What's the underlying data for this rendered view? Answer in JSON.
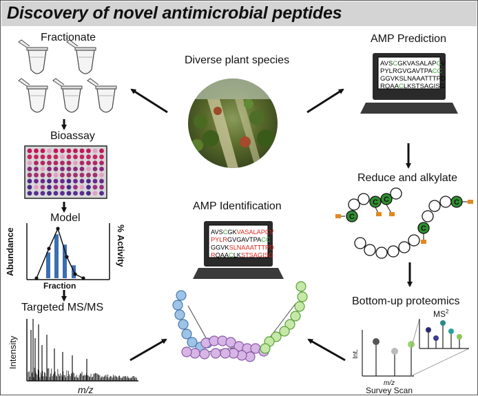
{
  "title": "Discovery of novel antimicrobial peptides",
  "center": {
    "label": "Diverse plant species"
  },
  "left_column": {
    "fractionate": "Fractionate",
    "bioassay": "Bioassay",
    "model": "Model",
    "model_ylabel_left": "Abundance",
    "model_ylabel_right": "% Activity",
    "model_xlabel": "Fraction",
    "targeted": "Targeted MS/MS",
    "spectrum_ylabel": "Intensity",
    "spectrum_xlabel": "m/z"
  },
  "right_column": {
    "prediction": "AMP Prediction",
    "reduce": "Reduce and alkylate",
    "cys_letter": "C",
    "bottom_up": "Bottom-up proteomics",
    "ms2_label": "MS",
    "ms2_sup": "2",
    "int_label": "Int.",
    "mz_label": "m/z",
    "survey": "Survey Scan"
  },
  "identification": {
    "label": "AMP Identification"
  },
  "prediction_lines": [
    [
      {
        "t": "AVS",
        "c": "k"
      },
      {
        "t": "C",
        "c": "g"
      },
      {
        "t": "GKVASALAP",
        "c": "k"
      },
      {
        "t": "C",
        "c": "g"
      },
      {
        "t": "V",
        "c": "k"
      }
    ],
    [
      {
        "t": "PYLRGVGAVTPA",
        "c": "k"
      },
      {
        "t": "CC",
        "c": "g"
      }
    ],
    [
      {
        "t": "GGVKSLNAAATTTPD",
        "c": "k"
      }
    ],
    [
      {
        "t": "RQAA",
        "c": "k"
      },
      {
        "t": "C",
        "c": "g"
      },
      {
        "t": "LKSTSAGISG",
        "c": "k"
      }
    ]
  ],
  "identification_lines": [
    [
      {
        "t": "AVS",
        "c": "k"
      },
      {
        "t": "C",
        "c": "g"
      },
      {
        "t": "GK",
        "c": "k"
      },
      {
        "t": "VASALAPCV",
        "c": "r"
      }
    ],
    [
      {
        "t": "PYLR",
        "c": "r"
      },
      {
        "t": "GVGAVTPA",
        "c": "k"
      },
      {
        "t": "CC",
        "c": "g"
      }
    ],
    [
      {
        "t": "GGVK",
        "c": "k"
      },
      {
        "t": "SLNAAATTTPD",
        "c": "r"
      }
    ],
    [
      {
        "t": "R",
        "c": "r"
      },
      {
        "t": "QAA",
        "c": "k"
      },
      {
        "t": "C",
        "c": "g"
      },
      {
        "t": "LK",
        "c": "k"
      },
      {
        "t": "STSAGISG",
        "c": "r"
      }
    ]
  ],
  "colors": {
    "banner": "#d4d4d4",
    "cys_green": "#2f8f2f",
    "label_orange": "#e08a1e",
    "seq_red": "#e0231b",
    "seq_green": "#3aa53a",
    "bar_blue": "#3a6fb0",
    "blue_bead": "#9dc3e6",
    "purple_bead": "#d7b6e6",
    "green_bead": "#c5e8a8"
  },
  "model": {
    "bar_heights": [
      0.5,
      0.85,
      0.65,
      0.25
    ],
    "curve_peak_fraction": 2
  }
}
